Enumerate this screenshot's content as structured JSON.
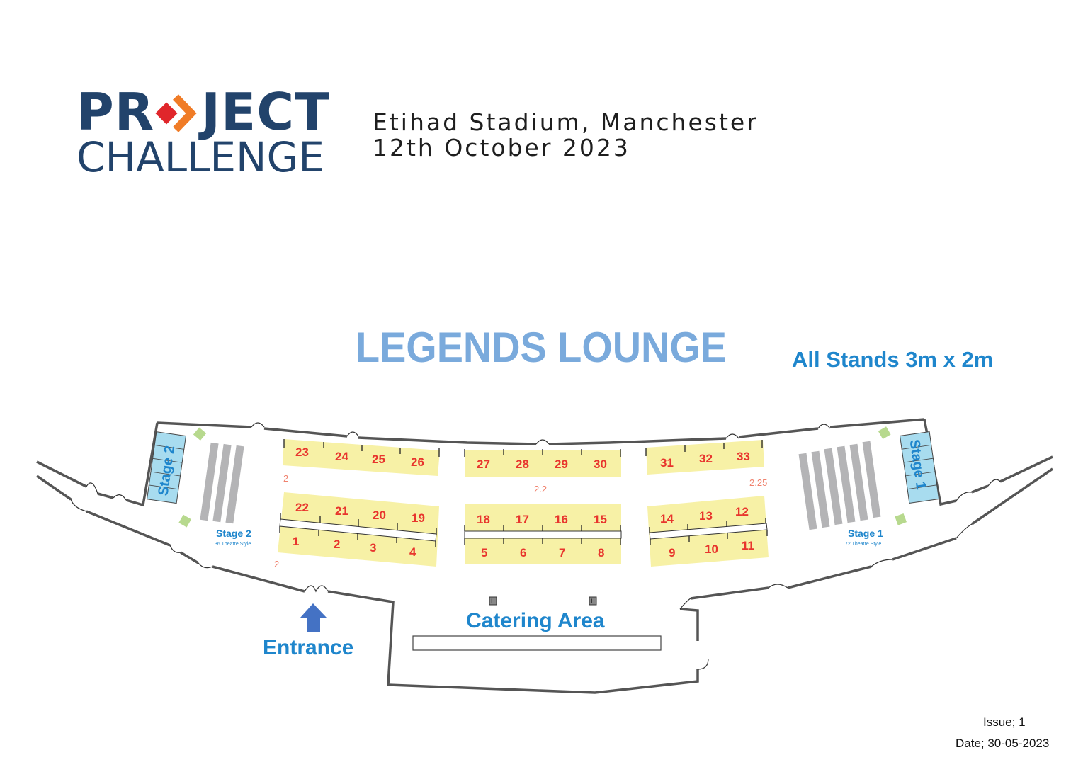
{
  "logo": {
    "line1_left": "PR",
    "line1_right": "JECT",
    "line2": "CHALLENGE",
    "colors": {
      "navy": "#22436b",
      "red": "#e0262b",
      "orange": "#f07c27"
    }
  },
  "venue": {
    "location": "Etihad Stadium, Manchester",
    "date": "12th October 2023"
  },
  "floorplan": {
    "title": "LEGENDS LOUNGE",
    "stand_size_note": "All Stands 3m x 2m",
    "stands": {
      "left_top": [
        "23",
        "24",
        "25",
        "26"
      ],
      "left_mid": [
        "22",
        "21",
        "20",
        "19"
      ],
      "left_bottom": [
        "1",
        "2",
        "3",
        "4"
      ],
      "center_top": [
        "27",
        "28",
        "29",
        "30"
      ],
      "center_mid": [
        "18",
        "17",
        "16",
        "15"
      ],
      "center_bottom": [
        "5",
        "6",
        "7",
        "8"
      ],
      "right_top": [
        "31",
        "32",
        "33"
      ],
      "right_mid": [
        "14",
        "13",
        "12"
      ],
      "right_bottom": [
        "9",
        "10",
        "11"
      ]
    },
    "dimensions": {
      "left_aisle": "2",
      "left_front": "2",
      "center_aisle": "2.2",
      "right_aisle": "2.25"
    },
    "stage2": {
      "label": "Stage 2",
      "rotated_label": "Stage 2",
      "capacity": "36 Theatre Style"
    },
    "stage1": {
      "label": "Stage 1",
      "rotated_label": "Stage 1",
      "capacity": "72 Theatre Style"
    },
    "entrance_label": "Entrance",
    "catering_label": "Catering Area",
    "colors": {
      "stand_fill": "#f7f1a6",
      "stand_number": "#e8352d",
      "stage_fill": "#a8dcef",
      "seating": "#b4b4b6",
      "plant": "#b7d98e",
      "label_blue": "#1f86cc",
      "title_blue": "#7aaadc",
      "arrow_blue": "#4472c4"
    }
  },
  "footer": {
    "issue": "Issue; 1",
    "date": "Date; 30-05-2023"
  }
}
